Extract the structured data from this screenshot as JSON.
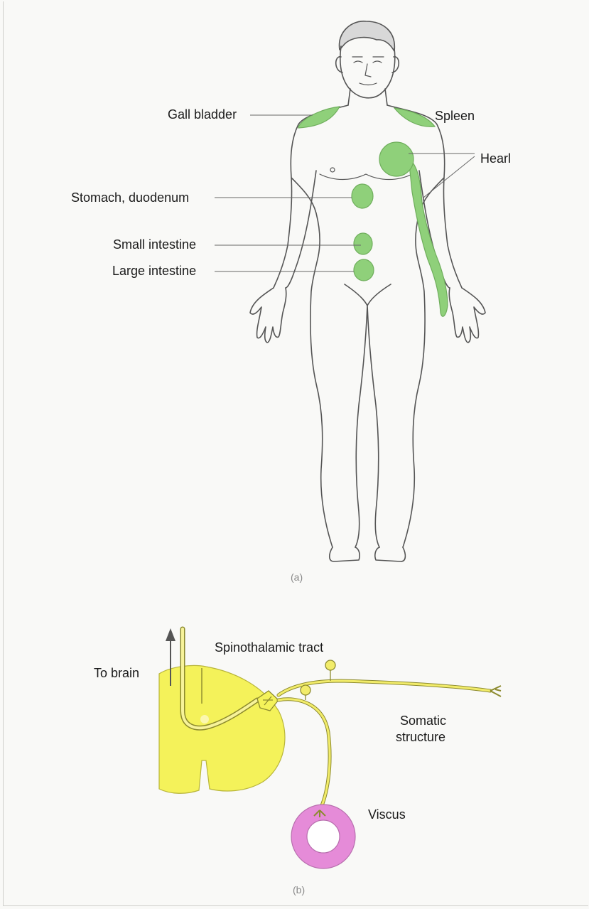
{
  "figure_a": {
    "labels": {
      "gall_bladder": "Gall bladder",
      "spleen": "Spleen",
      "heart": "Hearl",
      "stomach_duodenum": "Stomach, duodenum",
      "small_intestine": "Small intestine",
      "large_intestine": "Large intestine"
    },
    "caption": "(a)"
  },
  "figure_b": {
    "labels": {
      "to_brain": "To brain",
      "spinothalamic_tract": "Spinothalamic tract",
      "somatic_structure_line1": "Somatic",
      "somatic_structure_line2": "structure",
      "viscus": "Viscus"
    },
    "caption": "(b)"
  },
  "colors": {
    "referred_pain_green": "#8fd07a",
    "spinal_cord_yellow": "#f4f25a",
    "nerve_fiber_yellow": "#f2ec6a",
    "viscus_pink": "#e58bd8",
    "outline": "#555555"
  }
}
